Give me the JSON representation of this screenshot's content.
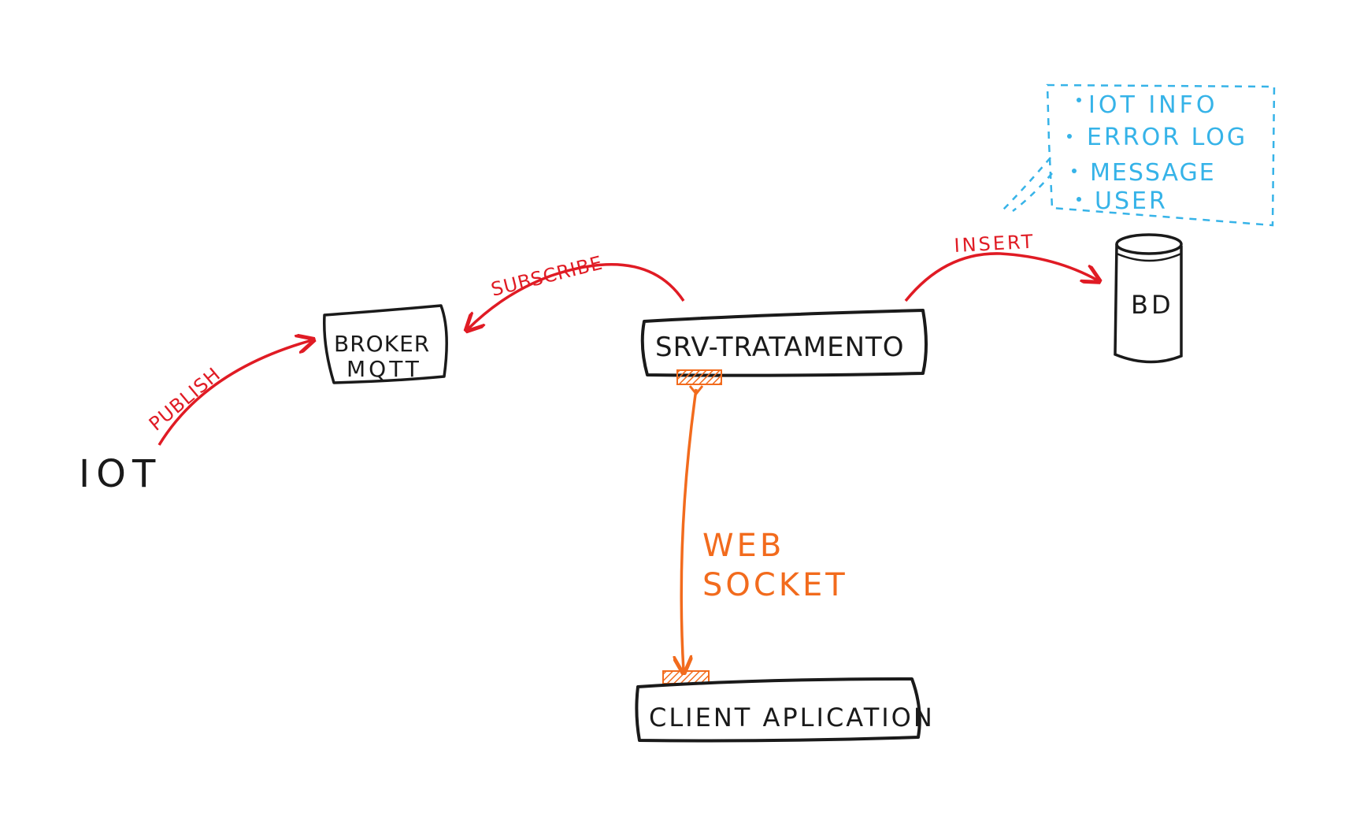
{
  "nodes": {
    "iot": "IOT",
    "broker_line1": "BROKER",
    "broker_line2": "MQTT",
    "srv": "SRV-TRATAMENTO",
    "db": "BD",
    "client": "CLIENT APLICATION"
  },
  "edges": {
    "publish": "PUBLISH",
    "subscribe": "SUBSCRIBE",
    "insert": "INSERT",
    "websocket_line1": "WEB",
    "websocket_line2": "SOCKET"
  },
  "db_note": {
    "items": [
      "IOT INFO",
      "ERROR LOG",
      "MESSAGE",
      "USER"
    ]
  },
  "colors": {
    "ink": "#1a1a1a",
    "arrow_red": "#e01b24",
    "websocket_orange": "#f26b1d",
    "note_blue": "#36b3e8"
  }
}
